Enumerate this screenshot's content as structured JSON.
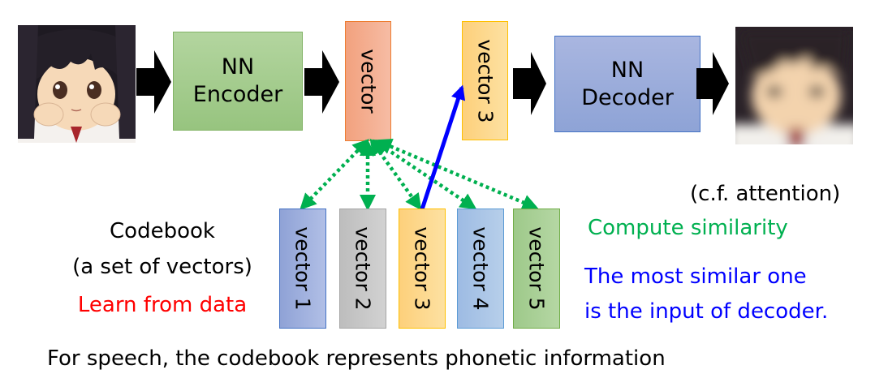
{
  "colors": {
    "learn_text": "#ff0000",
    "similarity_text": "#00b050",
    "decoder_input_text": "#0000ff",
    "similarity_arrows": "#00b050",
    "selection_arrow": "#0000ff"
  },
  "pipeline": {
    "input_image_desc": "anime character face (original)",
    "encoder": {
      "line1": "NN",
      "line2": "Encoder"
    },
    "encoded_vector_label": "vector",
    "selected_vector_label": "vector 3",
    "decoder": {
      "line1": "NN",
      "line2": "Decoder"
    },
    "output_image_desc": "anime character face (blurry reconstruction)"
  },
  "codebook": {
    "title": "Codebook",
    "subtitle": "(a set of vectors)",
    "note": "Learn from data",
    "vectors": [
      {
        "label": "vector 1"
      },
      {
        "label": "vector 2"
      },
      {
        "label": "vector 3",
        "selected": true
      },
      {
        "label": "vector 4"
      },
      {
        "label": "vector 5"
      }
    ]
  },
  "annotations": {
    "cf": "(c.f. attention)",
    "similarity": "Compute similarity",
    "most_similar_line1": "The most similar one",
    "most_similar_line2": "is the input of decoder."
  },
  "footer": "For speech, the codebook represents phonetic information"
}
